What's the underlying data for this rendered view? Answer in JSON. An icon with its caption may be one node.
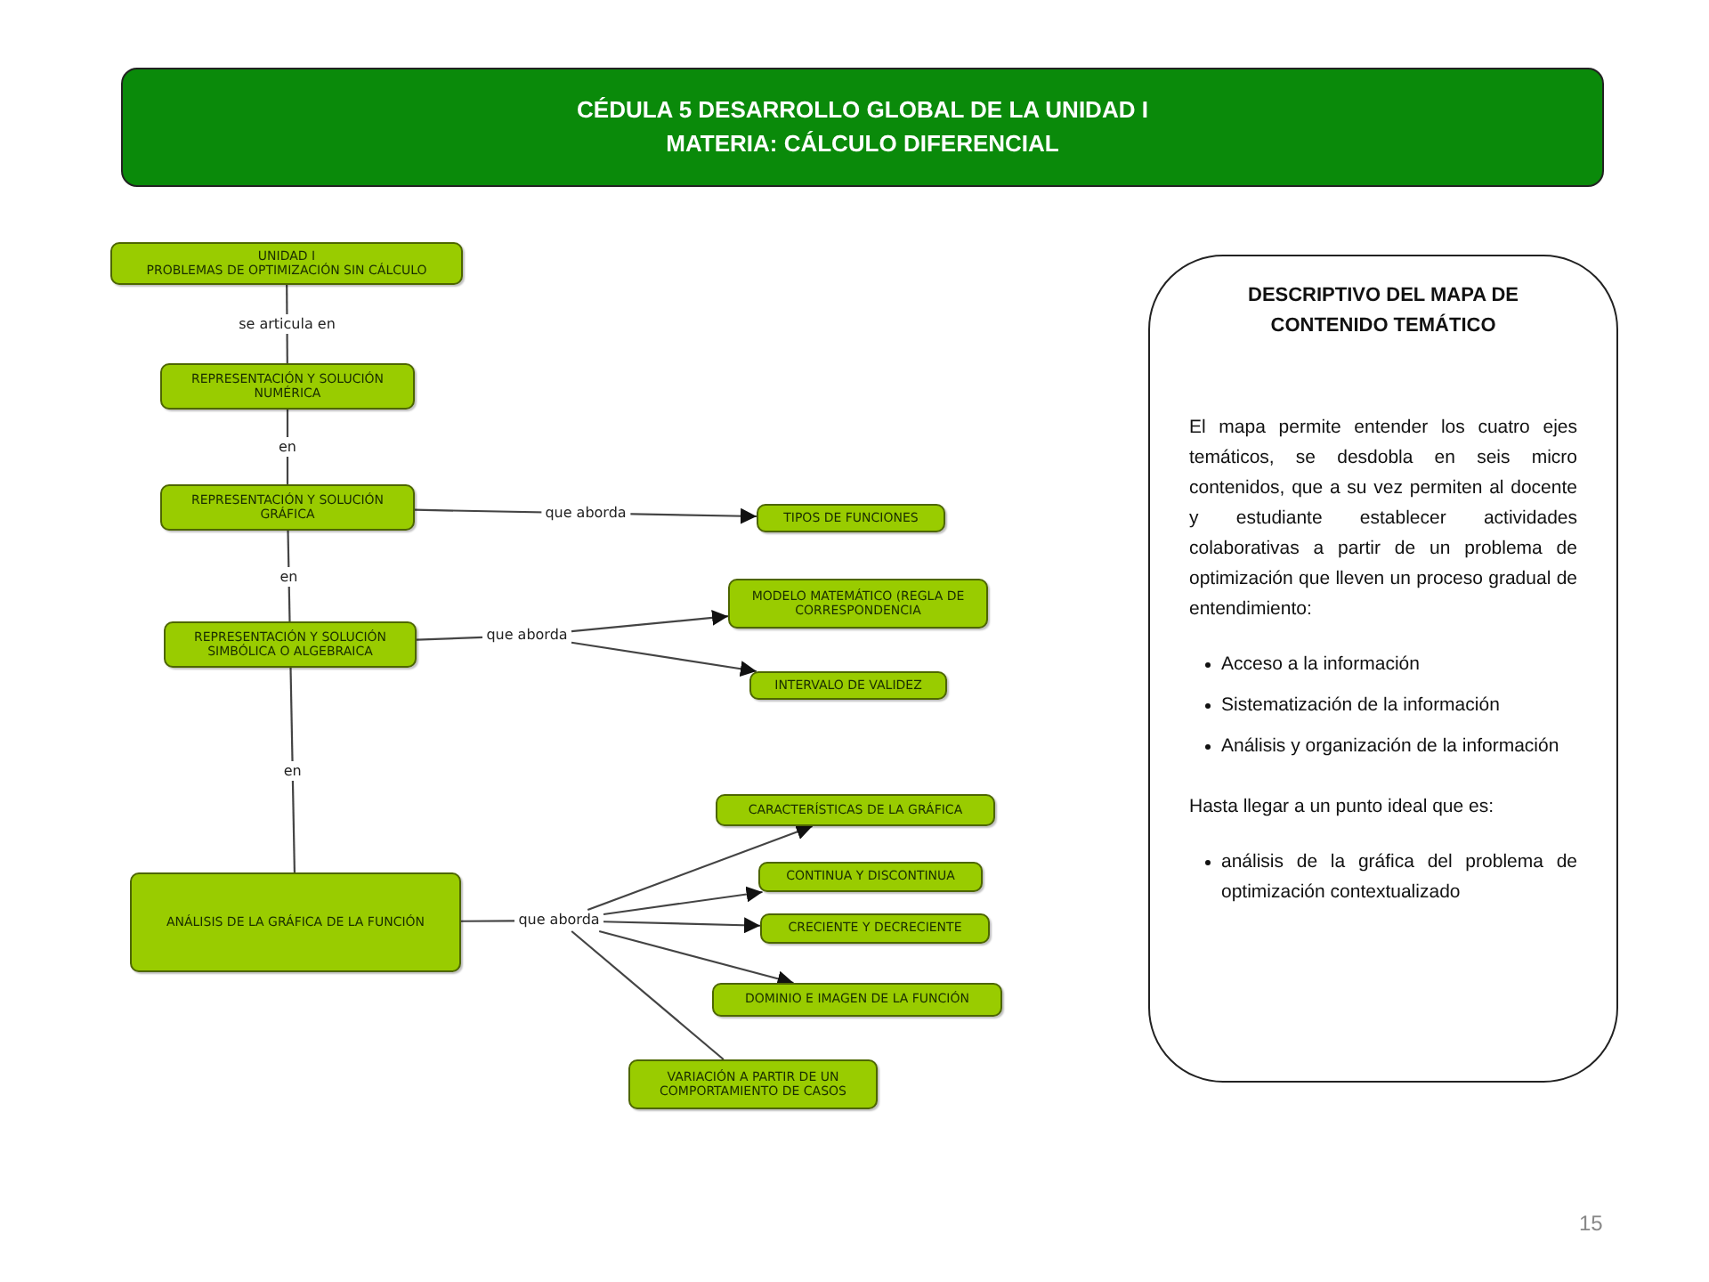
{
  "diagram": {
    "nodes": [
      {
        "text": [
          "CÉDULA 5  DESARROLLO GLOBAL DE LA UNIDAD I",
          "MATERIA:  CÁLCULO DIFERENCIAL"
        ]
      },
      {
        "text": [
          "UNIDAD I",
          "PROBLEMAS DE OPTIMIZACIÓN SIN CÁLCULO"
        ]
      },
      {
        "text": [
          "REPRESENTACIÓN Y SOLUCIÓN NUMÉRICA"
        ]
      },
      {
        "text": [
          "REPRESENTACIÓN Y SOLUCIÓN GRÁFICA"
        ]
      },
      {
        "text": [
          "TIPOS DE FUNCIONES"
        ]
      },
      {
        "text": [
          "REPRESENTACIÓN Y SOLUCIÓN SIMBÓLICA O ALGEBRAICA"
        ]
      },
      {
        "text": [
          "que aborda"
        ]
      },
      {
        "text": [
          "MODELO MATEMÁTICO (REGLA DE CORRESPONDENCIA"
        ]
      },
      {
        "text": [
          "INTERVALO DE VALIDEZ"
        ]
      },
      {
        "text": [
          "ANÁLISIS DE LA GRÁFICA DE LA FUNCIÓN"
        ]
      },
      {
        "text": [
          "que aborda"
        ]
      },
      {
        "text": [
          "CARACTERÍSTICAS DE LA GRÁFICA"
        ]
      },
      {
        "text": [
          "CONTINUA Y DISCONTINUA"
        ]
      },
      {
        "text": [
          "CRECIENTE Y DECRECIENTE"
        ]
      },
      {
        "text": [
          "DOMINIO E IMAGEN DE LA FUNCIÓN"
        ]
      },
      {
        "text": [
          "VARIACIÓN A PARTIR DE UN COMPORTAMIENTO DE CASOS"
        ]
      },
      {
        "text": [
          "DESCRIPTIVO  DEL MAPA DE CONTENIDO TEMÁTICO",
          "El mapa permite entender los cuatro ejes temáticos, se desdobla en seis micro contenidos, que a su vez permiten al docente y estudiante establecer actividades colaborativas a partir de un problema de optimización que lleven un proceso gradual de entendimiento:",
          "Acceso a la información",
          "Sistematización  de la información",
          "Análisis y organización de la información",
          "Hasta  llegar a un punto ideal que es:",
          "análisis de la gráfica del problema de optimización contextualizado"
        ]
      }
    ],
    "edges": [
      {
        "from": 1,
        "to": 2,
        "arrow": "none",
        "label": "se articula en"
      },
      {
        "from": 2,
        "to": 3,
        "arrow": "none",
        "label": "en"
      },
      {
        "from": 3,
        "to": 4,
        "arrow": "to",
        "label": "que aborda"
      },
      {
        "from": 3,
        "to": 5,
        "arrow": "none",
        "label": "en"
      },
      {
        "from": 5,
        "to": 6,
        "arrow": "none"
      },
      {
        "from": 6,
        "to": 7,
        "arrow": "to"
      },
      {
        "from": 6,
        "to": 8,
        "arrow": "to"
      },
      {
        "from": 5,
        "to": 9,
        "arrow": "none",
        "label": "en"
      },
      {
        "from": 9,
        "to": 10,
        "arrow": "none"
      },
      {
        "from": 10,
        "to": 11,
        "arrow": "to"
      },
      {
        "from": 10,
        "to": 12,
        "arrow": "to"
      },
      {
        "from": 10,
        "to": 13,
        "arrow": "to"
      },
      {
        "from": 10,
        "to": 14,
        "arrow": "to"
      },
      {
        "from": 10,
        "to": 15,
        "arrow": "none"
      }
    ],
    "labels": [
      "15"
    ]
  }
}
